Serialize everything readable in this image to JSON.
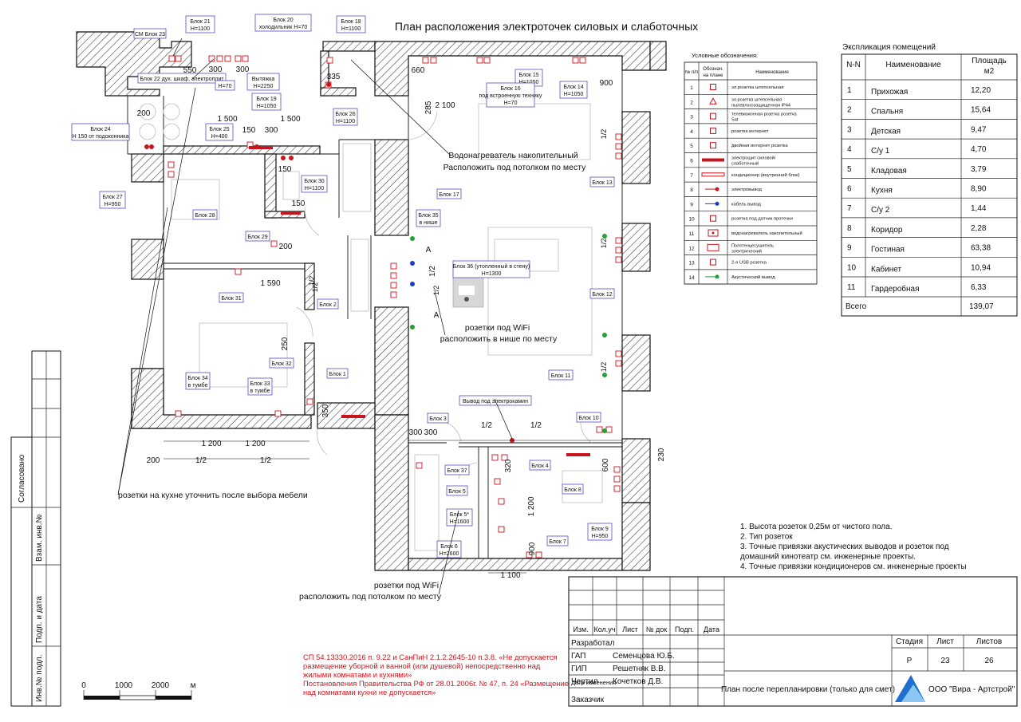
{
  "title": "План расположения электроточек силовых и слаботочных",
  "explication": {
    "title": "Экспликация  помещений",
    "headers": [
      "N-N",
      "Наименование",
      "Площадь м2"
    ],
    "rows": [
      [
        "1",
        "Прихожая",
        "12,20"
      ],
      [
        "2",
        "Спальня",
        "15,64"
      ],
      [
        "3",
        "Детская",
        "9,47"
      ],
      [
        "4",
        "С/у 1",
        "4,70"
      ],
      [
        "5",
        "Кладовая",
        "3,79"
      ],
      [
        "6",
        "Кухня",
        "8,90"
      ],
      [
        "7",
        "С/у 2",
        "1,44"
      ],
      [
        "8",
        "Коридор",
        "2,28"
      ],
      [
        "9",
        "Гостиная",
        "63,38"
      ],
      [
        "10",
        "Кабинет",
        "10,94"
      ],
      [
        "11",
        "Гардеробная",
        "6,33"
      ]
    ],
    "total_label": "Всего",
    "total_value": "139,07"
  },
  "legend": {
    "title": "Условные обозначения:",
    "headers": [
      "№ п/п",
      "Обознач. на плане",
      "Наименование"
    ],
    "rows": [
      {
        "n": "1",
        "name": "эл.розетка штепсельная",
        "icon": "socket-icon"
      },
      {
        "n": "2",
        "name": "эл.розетка штепсельная пылевлагозащищенная IP44",
        "icon": "ip44-socket-icon"
      },
      {
        "n": "3",
        "name": "телевизионная розетка розетка Sat",
        "icon": "tv-socket-icon"
      },
      {
        "n": "4",
        "name": "розетка интернет",
        "icon": "internet-socket-icon"
      },
      {
        "n": "5",
        "name": "двойная интернет розетка",
        "icon": "double-internet-socket-icon"
      },
      {
        "n": "6",
        "name": "электрощит силовой/ слаботочный",
        "icon": "panel-icon"
      },
      {
        "n": "7",
        "name": "кондиционер (внутренний блок)",
        "icon": "ac-icon"
      },
      {
        "n": "8",
        "name": "электровывод",
        "icon": "electro-outlet-icon"
      },
      {
        "n": "9",
        "name": "кабель вывод",
        "icon": "cable-outlet-icon"
      },
      {
        "n": "10",
        "name": "розетка под датчик протечки",
        "icon": "leak-sensor-icon"
      },
      {
        "n": "11",
        "name": "водонагреватель накопительный",
        "icon": "water-heater-icon"
      },
      {
        "n": "12",
        "name": "Полотенцесушитель электрический",
        "icon": "towel-heater-icon"
      },
      {
        "n": "13",
        "name": "2-я USB розетка",
        "icon": "usb-socket-icon"
      },
      {
        "n": "14",
        "name": "Акустический вывод",
        "icon": "acoustic-outlet-icon"
      }
    ]
  },
  "notes": [
    "1. Высота розеток 0,25м от чистого пола.",
    "2. Тип розеток",
    "3. Точные привязки акустических выводов и розеток под",
    "домашний кинотеатр см. инженерные проекты.",
    "4. Точные привязки кондиционеров см. инженерные проекты"
  ],
  "red_note": [
    "СП 54.13330.2016 п. 9.22 и СанПиН 2.1.2.2645-10 п.3.8.  «Не допускается",
    "размещение уборной и ванной (или душевой) непосредственно над",
    "жилыми комнатами и кухнями»",
    "Постановления Правительства РФ от 28.01.2006г. № 47, п. 24 «Размещение",
    "над комнатами    кухни не допускается»"
  ],
  "scale": {
    "labels": [
      "0",
      "1000",
      "2000",
      "м"
    ]
  },
  "side_stamp": [
    "Согласовано",
    "Взам. инв.№",
    "Подп. и дата",
    "Инв.№ подл."
  ],
  "title_block": {
    "header": [
      "Изм.",
      "Кол.уч",
      "Лист",
      "№ док",
      "Подп.",
      "Дата"
    ],
    "roles": [
      "Разработал",
      "ГАП",
      "ГИП",
      "Чертил",
      "Дата изменения",
      "Заказчик"
    ],
    "names": [
      "",
      "Семенцова Ю.Б.",
      "Решетняк В.В.",
      "Кочетков Д.В.",
      "",
      ""
    ],
    "stage_headers": [
      "Стадия",
      "Лист",
      "Листов"
    ],
    "stage_values": [
      "Р",
      "23",
      "26"
    ],
    "sheet_title": "План после перепланировки (только для смет)",
    "company": "ООО \"Вира - Артстрой\"",
    "logo_colors": [
      "#1f6fd0",
      "#8cc6f2"
    ]
  },
  "plan_labels": {
    "blocks": [
      {
        "id": "sm23",
        "text": "СМ Блок 23"
      },
      {
        "id": "b21",
        "text": "Блок 21\nH=1100"
      },
      {
        "id": "b20",
        "text": "Блок 20\nхолодильник H=70"
      },
      {
        "id": "b18",
        "text": "Блок 18\nH=1100"
      },
      {
        "id": "b22",
        "text": "Блок 22 дух. шкаф, электроплит"
      },
      {
        "id": "b19v",
        "text": "Вытяжка\nH=2250"
      },
      {
        "id": "b19",
        "text": "Блок 19\nH=1050"
      },
      {
        "id": "b19h",
        "text": "H=70"
      },
      {
        "id": "b24",
        "text": "Блок 24\nH 150 от подоконника"
      },
      {
        "id": "b25",
        "text": "Блок 25\nH=400"
      },
      {
        "id": "b26",
        "text": "Блок 26\nH=1100"
      },
      {
        "id": "b30",
        "text": "Блок 30\nH=1100"
      },
      {
        "id": "b15",
        "text": "Блок 15\nH=1050"
      },
      {
        "id": "b16",
        "text": "Блок 16\nпод встроенную технику\nH=70"
      },
      {
        "id": "b14",
        "text": "Блок 14\nH=1050"
      },
      {
        "id": "b13",
        "text": "Блок 13"
      },
      {
        "id": "b17",
        "text": "Блок 17"
      },
      {
        "id": "b27",
        "text": "Блок 27\nH=950"
      },
      {
        "id": "b28",
        "text": "Блок 28"
      },
      {
        "id": "b29",
        "text": "Блок 29"
      },
      {
        "id": "b35",
        "text": "Блок 35\nв нише"
      },
      {
        "id": "b36",
        "text": "Блок 36 (утопленный в стену)\nH=1300"
      },
      {
        "id": "b12",
        "text": "Блок 12"
      },
      {
        "id": "b31",
        "text": "Блок 31"
      },
      {
        "id": "b2",
        "text": "Блок 2"
      },
      {
        "id": "b32",
        "text": "Блок 32"
      },
      {
        "id": "b1",
        "text": "Блок 1"
      },
      {
        "id": "b11",
        "text": "Блок 11"
      },
      {
        "id": "b34",
        "text": "Блок 34\nв тумбе"
      },
      {
        "id": "b33",
        "text": "Блок 33\nв тумбе"
      },
      {
        "id": "b3",
        "text": "Блок 3"
      },
      {
        "id": "b10",
        "text": "Блок 10"
      },
      {
        "id": "b37",
        "text": "Блок 37"
      },
      {
        "id": "b4",
        "text": "Блок 4"
      },
      {
        "id": "b5",
        "text": "Блок 5"
      },
      {
        "id": "b5s",
        "text": "Блок 5*\nH=1600"
      },
      {
        "id": "b8",
        "text": "Блок 8"
      },
      {
        "id": "b6",
        "text": "Блок 6\nH=2600"
      },
      {
        "id": "b9",
        "text": "Блок 9\nH=950"
      },
      {
        "id": "b7",
        "text": "Блок 7"
      },
      {
        "id": "electro",
        "text": "Вывод под электрокамин"
      }
    ],
    "annotations": [
      "Водонагреватель накопительный\nРасположить под потолком по месту",
      "розетки под WiFi\nрасположить в нише по месту",
      "розетки на кухне уточнить после выбора мебели",
      "розетки под WiFi\nрасположить под потолком по месту"
    ],
    "dimensions": [
      "550",
      "300",
      "300",
      "1 500",
      "1 500",
      "150",
      "300",
      "150",
      "335",
      "660",
      "285",
      "2 100",
      "900",
      "200",
      "150",
      "200",
      "1 590",
      "250",
      "350",
      "1 200",
      "1 200",
      "200",
      "1/2",
      "1/2",
      "300",
      "300",
      "1/2",
      "1/2",
      "320",
      "1 200",
      "900",
      "1 100",
      "600",
      "230",
      "A",
      "A",
      "1/2"
    ]
  }
}
